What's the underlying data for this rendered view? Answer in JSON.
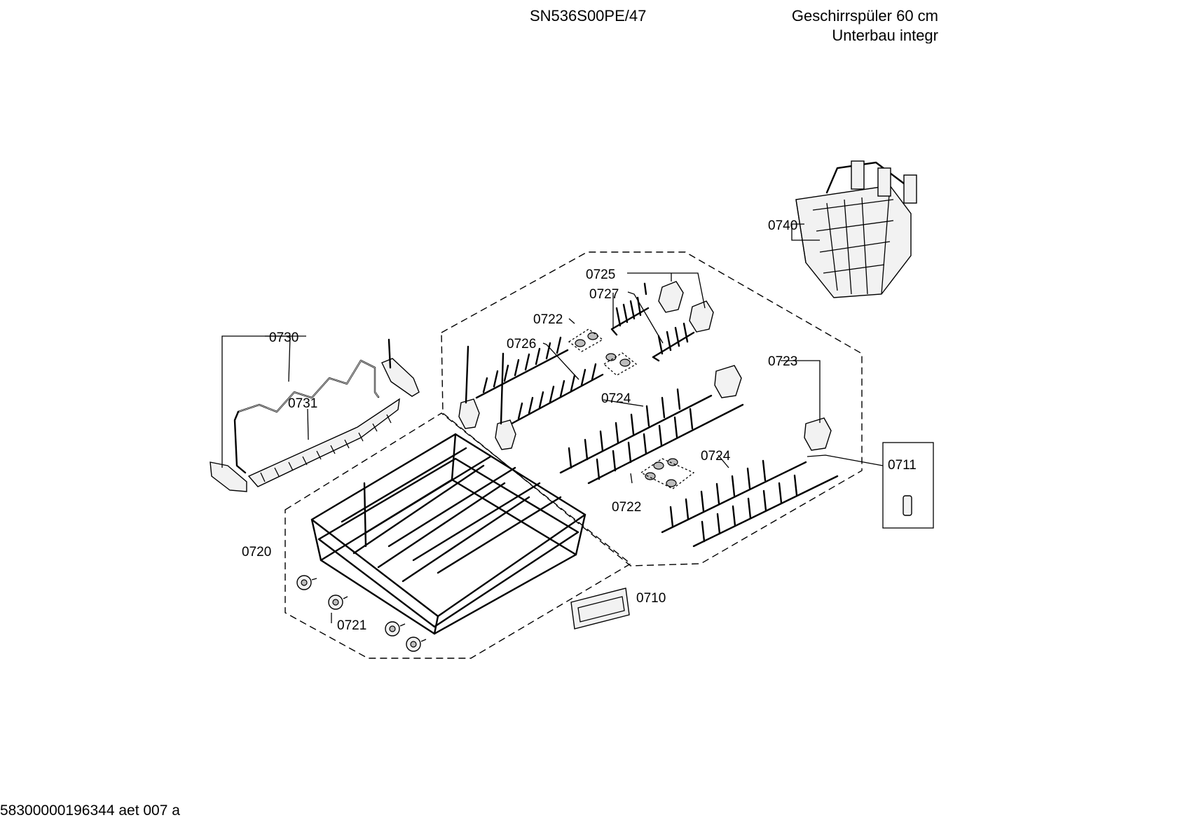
{
  "header": {
    "model": "SN536S00PE/47",
    "title_line1": "Geschirrspüler 60 cm",
    "title_line2": "Unterbau integr"
  },
  "footer": {
    "code": "58300000196344 aet 007 a"
  },
  "callouts": {
    "c0740": "0740",
    "c0725": "0725",
    "c0727": "0727",
    "c0722a": "0722",
    "c0726": "0726",
    "c0730": "0730",
    "c0731": "0731",
    "c0723": "0723",
    "c0724a": "0724",
    "c0724b": "0724",
    "c0711": "0711",
    "c0722b": "0722",
    "c0720": "0720",
    "c0710": "0710",
    "c0721": "0721"
  }
}
